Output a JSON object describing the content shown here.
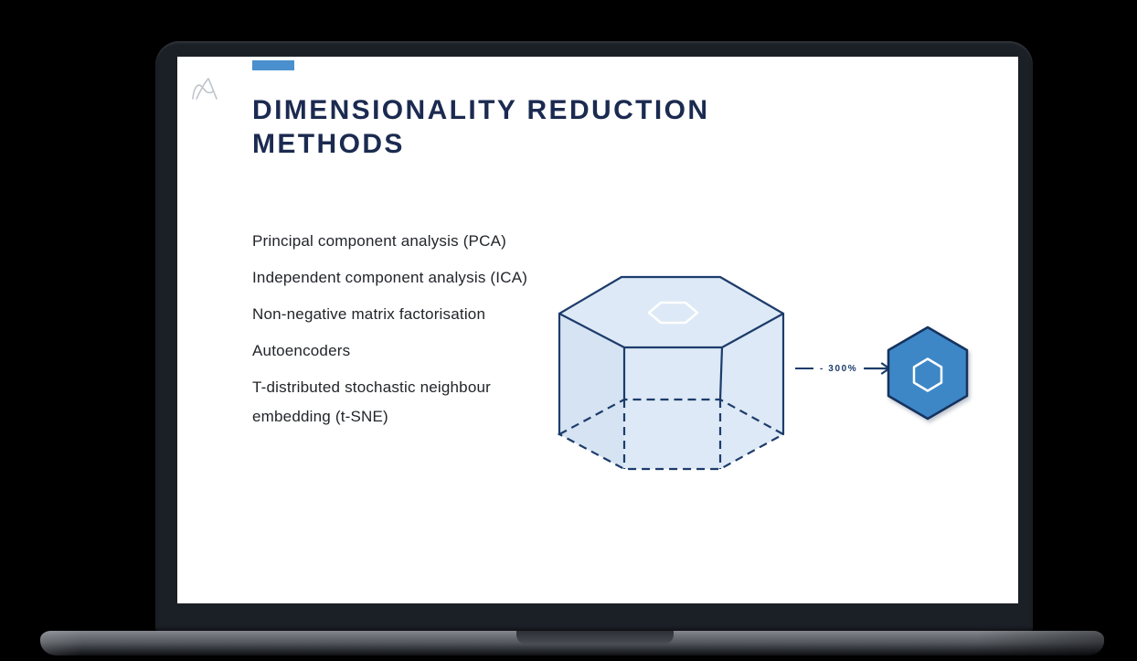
{
  "window": {
    "background_color": "#000000"
  },
  "laptop": {
    "lid_color": "#1b2026",
    "base_color": "#6e7278",
    "screen_color": "#ffffff"
  },
  "slide": {
    "accent_color": "#4a90ce",
    "logo_icon": "wave-peaks-brand-mark",
    "title": "DIMENSIONALITY REDUCTION METHODS",
    "title_color": "#1b2a50",
    "methods": [
      "Principal component analysis (PCA)",
      "Independent component analysis (ICA)",
      "Non-negative matrix factorisation",
      "Autoencoders",
      "T-distributed stochastic neighbour embedding (t-SNE)"
    ],
    "diagram": {
      "description": "hexagonal prism reduced to small hexagon",
      "arrow_label": "- 300%",
      "colors": {
        "outline": "#1d3c6b",
        "top_face": "#3d87c6",
        "side_face": "#dde9f6",
        "left_face": "#d5e3f2",
        "bottom_face": "#7db0da",
        "small_hexagon": "#3d87c6",
        "inner_hexagon_outline": "#ffffff"
      }
    }
  }
}
